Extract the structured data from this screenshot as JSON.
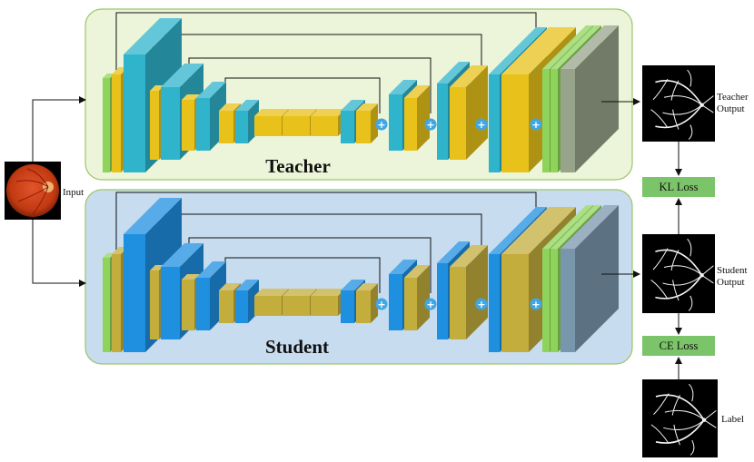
{
  "input": {
    "label": "Input"
  },
  "teacher": {
    "title": "Teacher",
    "output_label_line1": "Teacher",
    "output_label_line2": "Output"
  },
  "student": {
    "title": "Student",
    "output_label_line1": "Student",
    "output_label_line2": "Output"
  },
  "losses": {
    "kl": "KL Loss",
    "ce": "CE Loss"
  },
  "label": {
    "text": "Label"
  },
  "skip_symbol": "+",
  "colors": {
    "teacher_panel_fill": "#ecf5d9",
    "teacher_panel_stroke": "#9cc56a",
    "student_panel_fill": "#c7dcef",
    "student_panel_stroke": "#9cc56a",
    "teacher_accent": "#2fb4cc",
    "student_accent": "#1f8fe0",
    "teacher_feature": "#e8c21a",
    "student_feature": "#c3ad3c",
    "green_layer": "#8fd45a",
    "loss_box": "#7cc46a",
    "plus_circle": "#3ea8e6",
    "teacher_output_block": "#97a48a",
    "student_output_block": "#7a96ad"
  }
}
